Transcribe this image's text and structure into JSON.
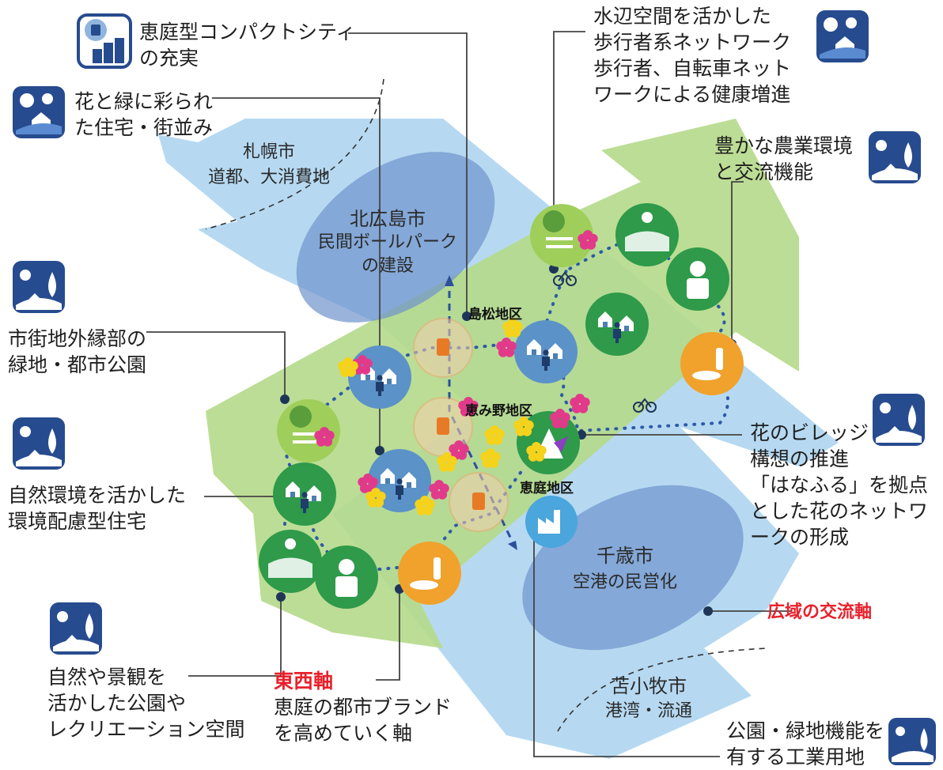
{
  "cities": {
    "sapporo": {
      "name": "札幌市",
      "desc": "道都、大消費地"
    },
    "kitahiroshima": {
      "name": "北広島市",
      "desc": "民間ボールパーク\nの建設"
    },
    "chitose": {
      "name": "千歳市",
      "desc": "空港の民営化"
    },
    "tomakomai": {
      "name": "苫小牧市",
      "desc": "港湾・流通"
    }
  },
  "districts": {
    "shimamatsu": "島松地区",
    "megumino": "恵み野地区",
    "eniwa": "恵庭地区"
  },
  "callouts": {
    "compact_city": "恵庭型コンパクトシティ\nの充実",
    "flower_housing": "花と緑に彩られ\nた住宅・街並み",
    "waterside": "水辺空間を活かした\n歩行者系ネットワーク\n歩行者、自転車ネット\nワークによる健康増進",
    "agriculture": "豊かな農業環境\nと交流機能",
    "urban_edge": "市街地外縁部の\n緑地・都市公園",
    "eco_housing": "自然環境を活かした\n環境配慮型住宅",
    "flower_village": "花のビレッジ\n構想の推進\n「はなふる」を拠点\nとした花のネットワ\nークの形成",
    "parks_recreation": "自然や景観を\n活かした公園や\nレクリエーション空間",
    "east_west_title": "東西軸",
    "east_west_desc": "恵庭の都市ブランド\nを高めていく軸",
    "wide_area_axis": "広域の交流軸",
    "industrial": "公園・緑地機能を\n有する工業用地"
  },
  "colors": {
    "green_band": "#b5d98a",
    "blue_band": "#a9d2ee",
    "ellipse": "#6f93cc",
    "accent_red": "#e8212b",
    "badge_navy": "#274b8f",
    "dot_blue": "#2f5aa8"
  },
  "icons": [
    "train-city-icon",
    "flowers-house-icon",
    "nature-house-icon",
    "park-bench-icon",
    "field-icon",
    "farmer-icon",
    "houses-family-icon",
    "wine-food-icon",
    "factory-icon",
    "bicycle-icon",
    "train-icon",
    "flower-icon"
  ]
}
